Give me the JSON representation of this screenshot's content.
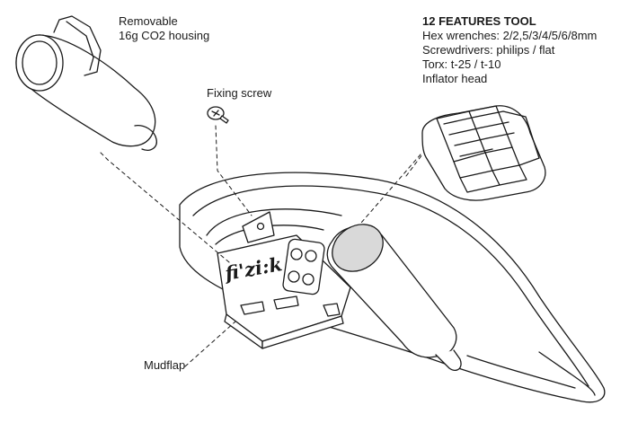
{
  "labels": {
    "housing": [
      "Removable",
      "16g CO2 housing"
    ],
    "screw": "Fixing screw",
    "tool": {
      "title": "12 FEATURES TOOL",
      "lines": [
        "Hex wrenches: 2/2,5/3/4/5/6/8mm",
        "Screwdrivers: philips / flat",
        "Torx: t-25 / t-10",
        "Inflator head"
      ]
    },
    "mudflap": "Mudflap"
  },
  "brand": "fi'zi:k",
  "colors": {
    "line": "#1a1a1a",
    "fill": "#ffffff",
    "shade": "#d9d9d9"
  }
}
